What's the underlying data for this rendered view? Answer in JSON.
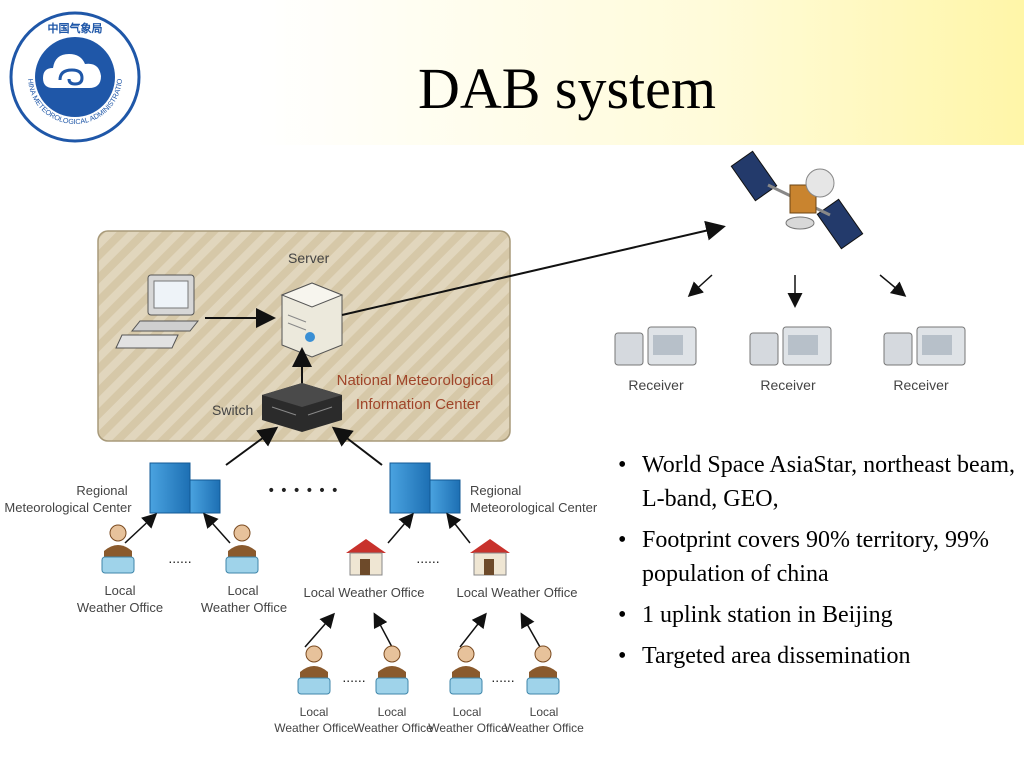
{
  "slide": {
    "title": "DAB system",
    "logo": {
      "icon": "cma-cloud-logo-icon",
      "top_text": "中国气象局",
      "ring_text": "CHINA METEOROLOGICAL ADMINISTRATION"
    }
  },
  "diagram": {
    "server_label": "Server",
    "switch_label": "Switch",
    "center_label_line1": "National Meteorological",
    "center_label_line2": "Information Center",
    "receiver_label": "Receiver",
    "regional_line1": "Regional",
    "regional_line2": "Meteorological Center",
    "local_line1": "Local",
    "local_line2": "Weather Office",
    "local_office_label": "Local Weather Office",
    "dots_long": "• • • • • •",
    "dots_short": "......"
  },
  "bullets": [
    "World Space AsiaStar, northeast beam, L-band,  GEO,",
    "Footprint covers 90% territory, 99% population of china",
    "1 uplink station in Beijing",
    "Targeted area dissemination"
  ]
}
